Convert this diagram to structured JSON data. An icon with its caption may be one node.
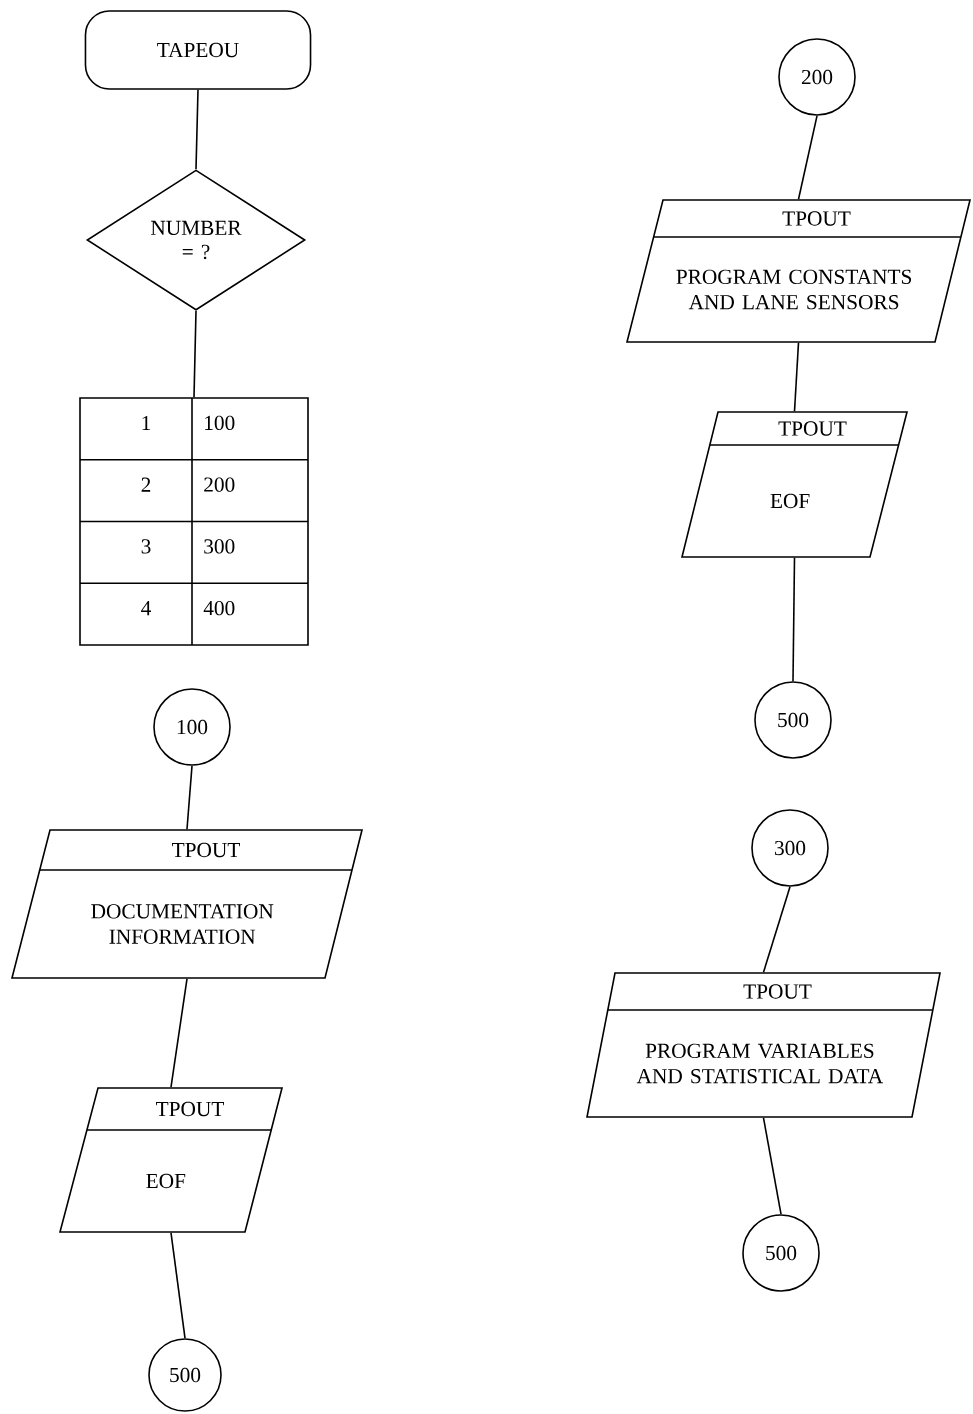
{
  "diagram": {
    "nodes": [
      {
        "text": [
          "TAPEOU"
        ]
      },
      {
        "text": [
          "NUMBER = ?"
        ]
      },
      {
        "text": [
          "1",
          "100",
          "2",
          "200",
          "3",
          "300",
          "4",
          "400"
        ]
      },
      {
        "text": [
          "100"
        ]
      },
      {
        "text": [
          "TPOUT",
          "DOCUMENTATION INFORMATION"
        ]
      },
      {
        "text": [
          "TPOUT",
          "EOF"
        ]
      },
      {
        "text": [
          "500"
        ]
      },
      {
        "text": [
          "200"
        ]
      },
      {
        "text": [
          "TPOUT",
          "PROGRAM CONSTANTS AND LANE SENSORS"
        ]
      },
      {
        "text": [
          "TPOUT",
          "EOF"
        ]
      },
      {
        "text": [
          "500"
        ]
      },
      {
        "text": [
          "300"
        ]
      },
      {
        "text": [
          "TPOUT",
          "PROGRAM VARIABLES AND STATISTICAL DATA"
        ]
      },
      {
        "text": [
          "500"
        ]
      }
    ],
    "edges": [
      {
        "from": 0,
        "to": 1,
        "arrow": "none"
      },
      {
        "from": 1,
        "to": 2,
        "arrow": "none"
      },
      {
        "from": 3,
        "to": 4,
        "arrow": "none"
      },
      {
        "from": 4,
        "to": 5,
        "arrow": "none"
      },
      {
        "from": 5,
        "to": 6,
        "arrow": "none"
      },
      {
        "from": 7,
        "to": 8,
        "arrow": "none"
      },
      {
        "from": 8,
        "to": 9,
        "arrow": "none"
      },
      {
        "from": 9,
        "to": 10,
        "arrow": "none"
      },
      {
        "from": 11,
        "to": 12,
        "arrow": "none"
      },
      {
        "from": 12,
        "to": 13,
        "arrow": "none"
      }
    ]
  }
}
